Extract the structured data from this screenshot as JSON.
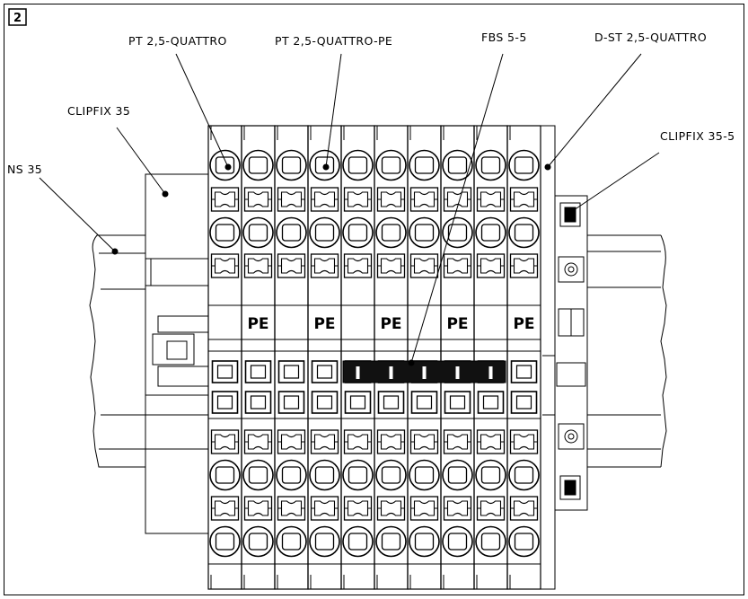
{
  "figure": {
    "number": "2"
  },
  "callouts": [
    {
      "id": "ns35",
      "label": "NS 35"
    },
    {
      "id": "clipfix35",
      "label": "CLIPFIX 35"
    },
    {
      "id": "pt25",
      "label": "PT 2,5-QUATTRO"
    },
    {
      "id": "pt25pe",
      "label": "PT 2,5-QUATTRO-PE"
    },
    {
      "id": "fbs55",
      "label": "FBS 5-5"
    },
    {
      "id": "dst25",
      "label": "D-ST 2,5-QUATTRO"
    },
    {
      "id": "clipfix355",
      "label": "CLIPFIX 35-5"
    }
  ],
  "terminal_blocks": {
    "count": 10,
    "pe_label": "PE",
    "pe_positions": [
      1,
      3,
      5,
      7,
      9
    ],
    "bridged_positions": [
      4,
      5,
      6,
      7,
      8
    ]
  },
  "colors": {
    "line": "#000000",
    "background": "#ffffff",
    "bridge": "#111111"
  }
}
